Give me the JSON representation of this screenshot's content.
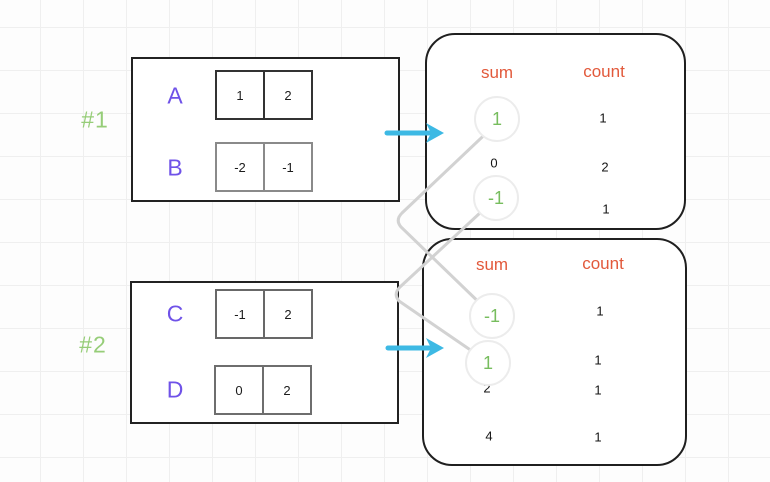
{
  "groups": [
    {
      "label": "#1",
      "rows": [
        {
          "name": "A",
          "cells": [
            "1",
            "2"
          ]
        },
        {
          "name": "B",
          "cells": [
            "-2",
            "-1"
          ]
        }
      ]
    },
    {
      "label": "#2",
      "rows": [
        {
          "name": "C",
          "cells": [
            "-1",
            "2"
          ]
        },
        {
          "name": "D",
          "cells": [
            "0",
            "2"
          ]
        }
      ]
    }
  ],
  "tables": [
    {
      "sum_header": "sum",
      "count_header": "count",
      "rows": [
        {
          "sum": "1",
          "count": "1",
          "highlighted": true
        },
        {
          "sum": "0",
          "count": "2",
          "highlighted": false
        },
        {
          "sum": "-1",
          "count": "1",
          "highlighted": true
        }
      ]
    },
    {
      "sum_header": "sum",
      "count_header": "count",
      "rows": [
        {
          "sum": "-1",
          "count": "1",
          "highlighted": true
        },
        {
          "sum": "1",
          "count": "1",
          "highlighted": true
        },
        {
          "sum": "2",
          "count": "1",
          "highlighted": false
        },
        {
          "sum": "4",
          "count": "1",
          "highlighted": false
        }
      ]
    }
  ],
  "connections": [
    {
      "from": "table1-sum-1",
      "to": "table2-sum--1"
    },
    {
      "from": "table1-sum--1",
      "to": "table2-sum-1"
    }
  ],
  "colors": {
    "group_label_green": "#96cd78",
    "row_name_purple": "#6f52e8",
    "header_orange": "#e2593b",
    "highlight_green": "#77bd5e",
    "arrow_cyan": "#3db9e4",
    "connector_gray": "#d2d2d2"
  }
}
